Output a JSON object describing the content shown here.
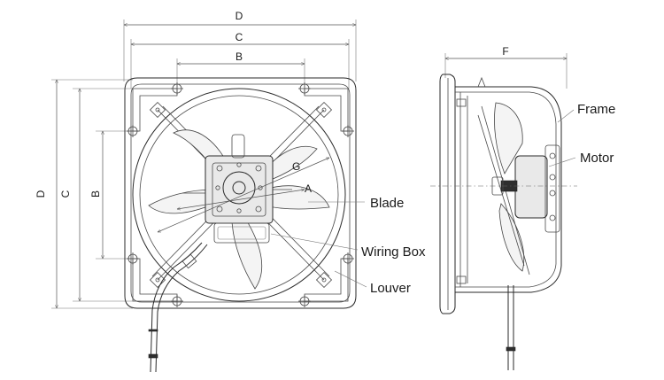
{
  "front_view": {
    "dimensions": {
      "D_top": "D",
      "C_top": "C",
      "B_top": "B",
      "D_side": "D",
      "C_side": "C",
      "B_side": "B",
      "G": "G",
      "A": "A"
    }
  },
  "side_view": {
    "dimensions": {
      "F": "F"
    }
  },
  "callouts": {
    "blade": "Blade",
    "wiring_box": "Wiring Box",
    "louver": "Louver",
    "frame": "Frame",
    "motor": "Motor"
  }
}
